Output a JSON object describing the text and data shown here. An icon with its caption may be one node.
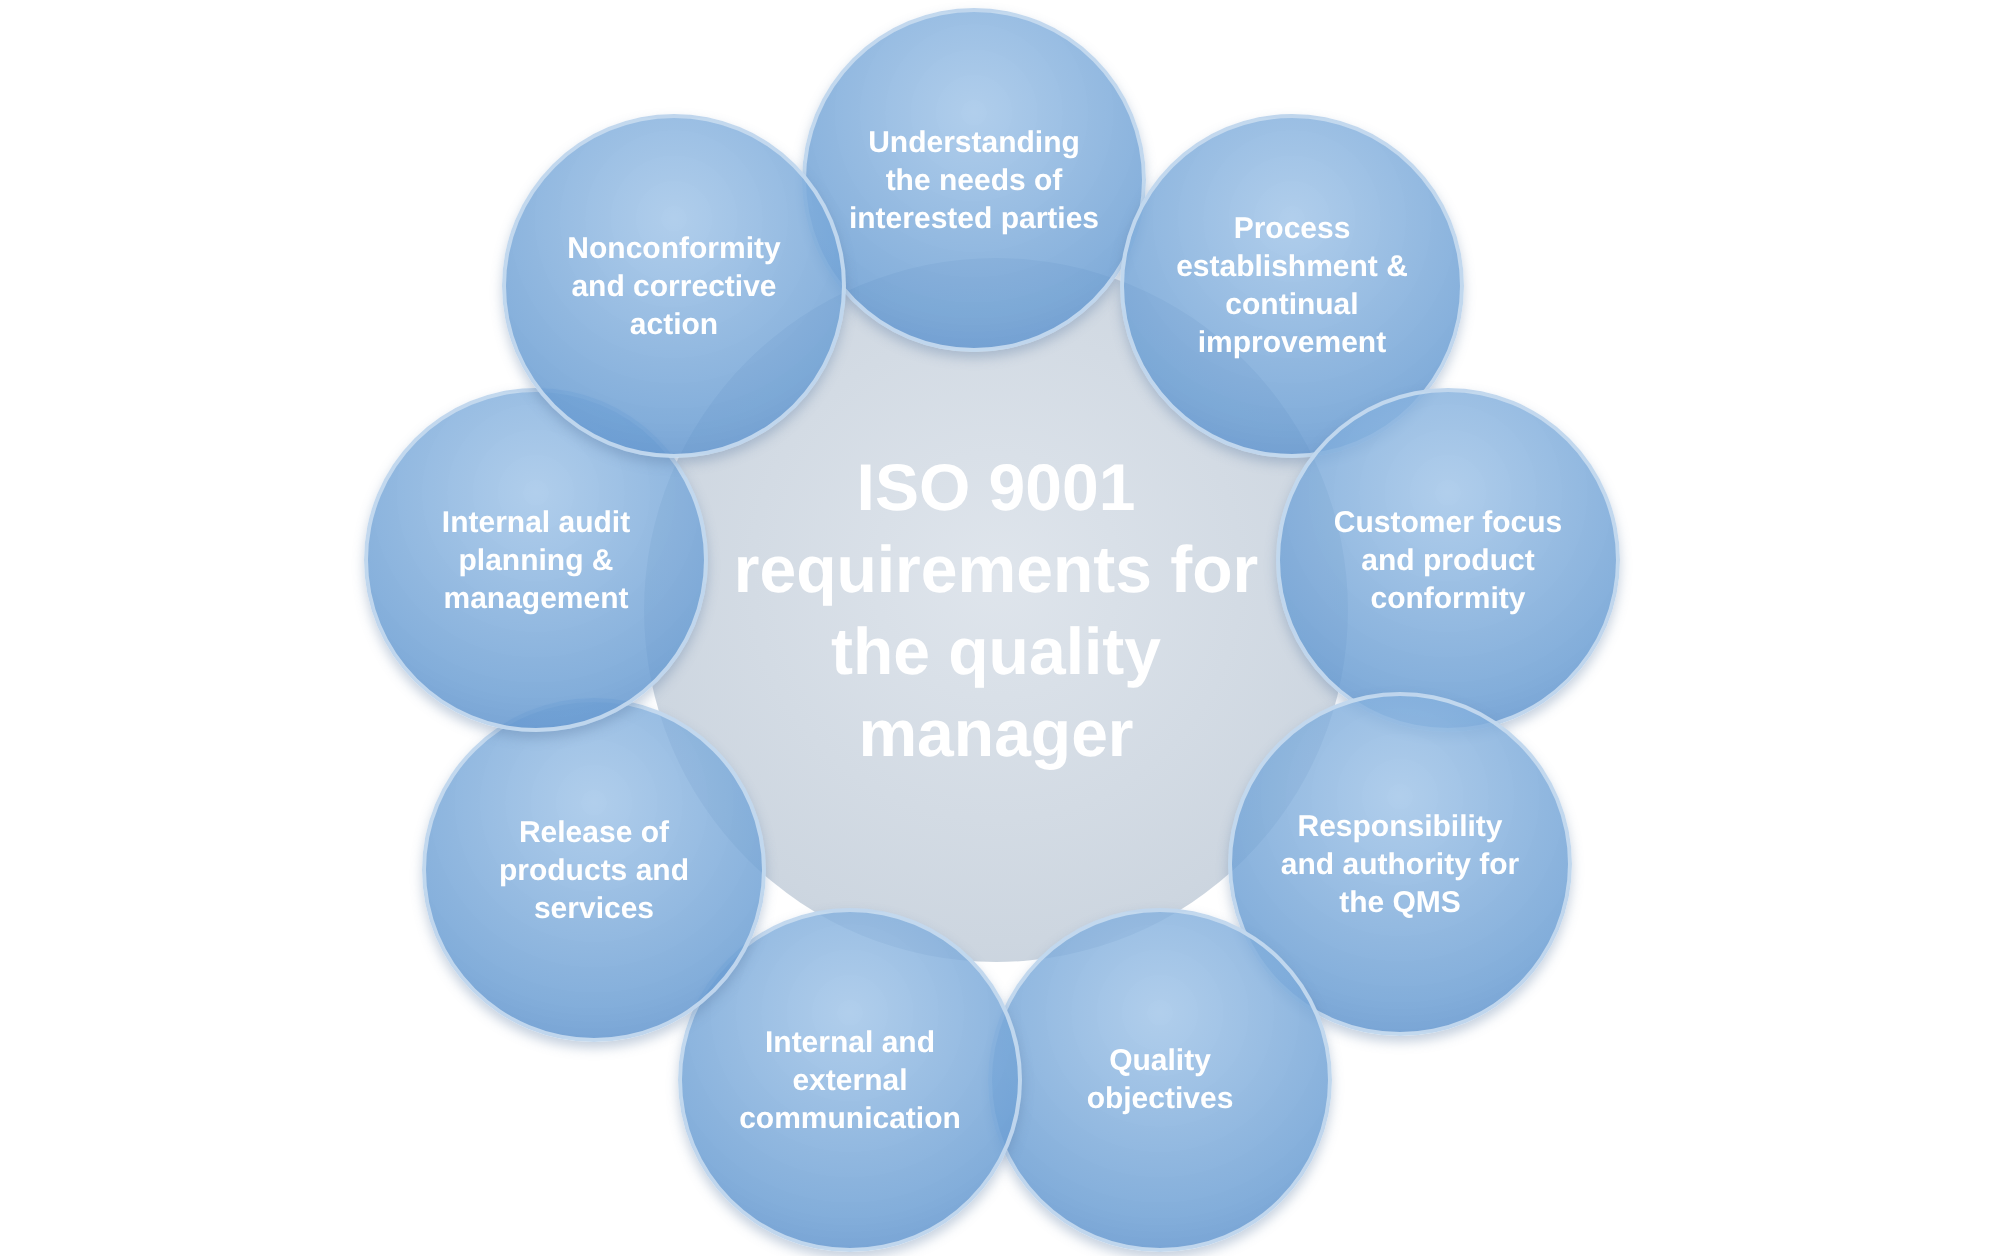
{
  "diagram": {
    "nodes": [
      {
        "text": [
          "ISO 9001 requirements for the quality manager"
        ]
      },
      {
        "text": [
          "Understanding the needs of interested parties"
        ]
      },
      {
        "text": [
          "Process establishment & continual improvement"
        ]
      },
      {
        "text": [
          "Customer focus and product conformity"
        ]
      },
      {
        "text": [
          "Responsibility and authority for the QMS"
        ]
      },
      {
        "text": [
          "Quality objectives"
        ]
      },
      {
        "text": [
          "Internal and external communication"
        ]
      },
      {
        "text": [
          "Release of products and services"
        ]
      },
      {
        "text": [
          "Internal audit planning & management"
        ]
      },
      {
        "text": [
          "Nonconformity and corrective action"
        ]
      }
    ]
  }
}
